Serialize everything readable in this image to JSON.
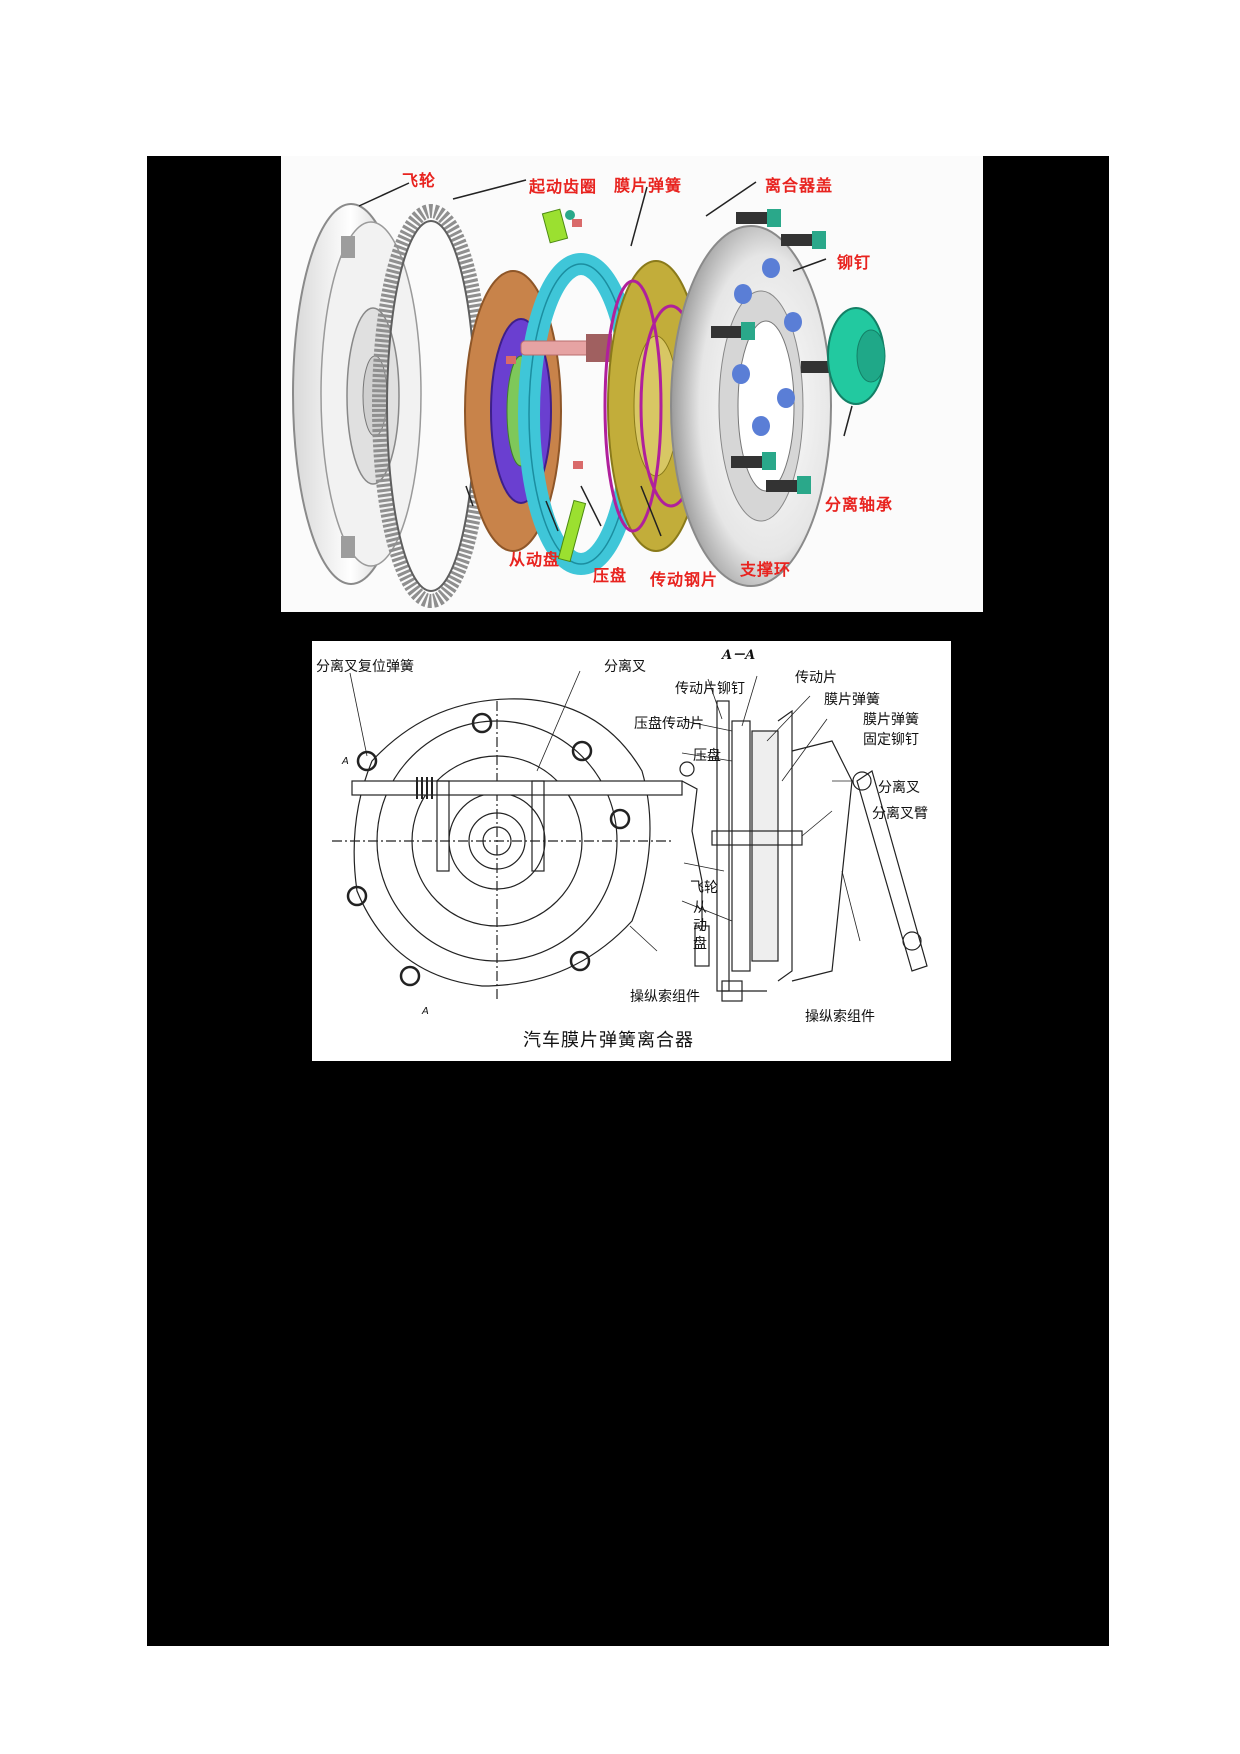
{
  "figures": {
    "exploded_view": {
      "labels": {
        "flywheel": "飞轮",
        "starter_ring_gear": "起动齿圈",
        "diaphragm_spring": "膜片弹簧",
        "clutch_cover": "离合器盖",
        "rivet": "铆钉",
        "release_bearing": "分离轴承",
        "driven_disc": "从动盘",
        "pressure_plate": "压盘",
        "drive_strap": "传动钢片",
        "support_ring": "支撑环"
      },
      "colors": {
        "label_red": "#e8231f",
        "friction_disc": "#c8834a",
        "hub_purple": "#6a3fd0",
        "pressure_plate_cyan": "#3fc6d8",
        "diaphragm_olive": "#c2ad3a",
        "ring_magenta": "#b0209c",
        "bearing_green": "#22c9a0",
        "rivet_blue": "#5a7ed6",
        "bolt_teal": "#2aa88a",
        "shaft_pink": "#e6a3a3",
        "strap_green": "#9be030"
      }
    },
    "section_drawing": {
      "section_title": "A－A",
      "labels": {
        "release_fork_return_spring": "分离叉复位弹簧",
        "release_fork_front": "分离叉",
        "drive_strap_rivet": "传动片铆钉",
        "drive_strap": "传动片",
        "diaphragm_spring": "膜片弹簧",
        "diaphragm_spring_fixed_rivet_line1": "膜片弹簧",
        "diaphragm_spring_fixed_rivet_line2": "固定铆钉",
        "pressure_plate_drive_strap": "压盘传动片",
        "pressure_plate": "压盘",
        "release_fork_side": "分离叉",
        "release_fork_arm": "分离叉臂",
        "flywheel": "飞轮",
        "driven_disc_chars": [
          "从",
          "动",
          "盘"
        ],
        "control_cable_left": "操纵索组件",
        "control_cable_right": "操纵索组件",
        "section_mark": "A"
      },
      "caption": "汽车膜片弹簧离合器"
    }
  }
}
